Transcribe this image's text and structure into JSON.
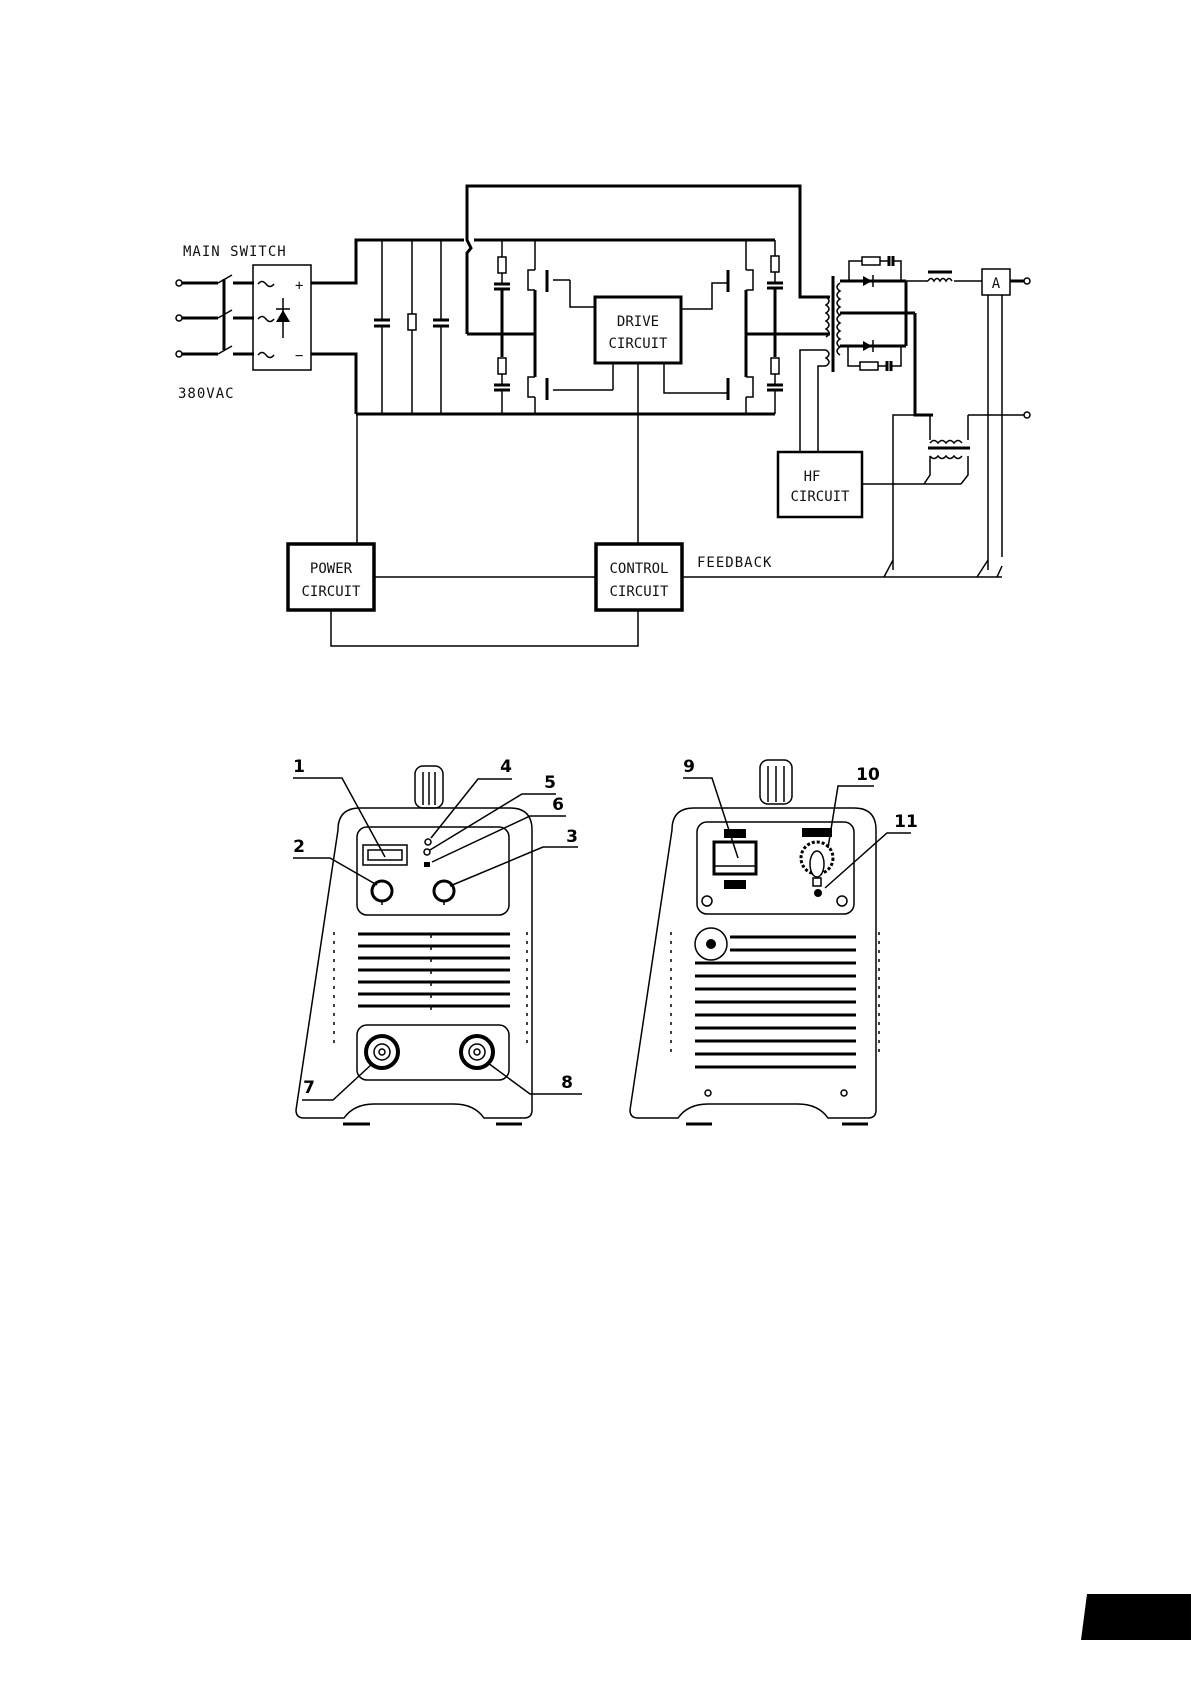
{
  "schematic": {
    "main_switch_label": "MAIN SWITCH",
    "input_voltage_label": "380VAC",
    "rectifier_plus": "+",
    "rectifier_minus": "−",
    "drive_circuit": [
      "DRIVE",
      "CIRCUIT"
    ],
    "hf_circuit": [
      "HF",
      "CIRCUIT"
    ],
    "power_circuit": [
      "POWER",
      "CIRCUIT"
    ],
    "control_circuit": [
      "CONTROL",
      "CIRCUIT"
    ],
    "feedback_label": "FEEDBACK",
    "ammeter_label": "A"
  },
  "front_panel": {
    "callouts": [
      "1",
      "2",
      "3",
      "4",
      "5",
      "6",
      "7",
      "8"
    ]
  },
  "rear_panel": {
    "callouts": [
      "9",
      "10",
      "11"
    ]
  },
  "page_tab": {
    "color": "#000000"
  }
}
